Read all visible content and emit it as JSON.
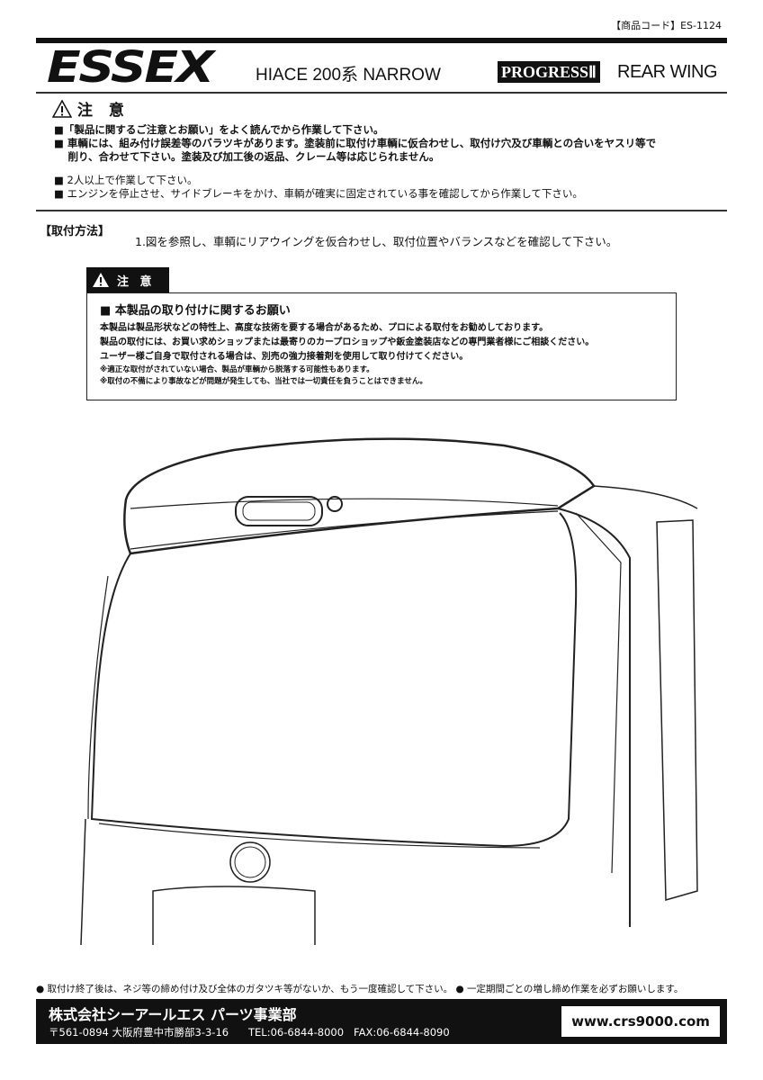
{
  "product_code": "【商品コード】ES-1124",
  "brand_logo": "ESSEX",
  "model": "HIACE 200系 NARROW",
  "series_badge": "PROGRESSⅡ",
  "product_name": "REAR WING",
  "caution": {
    "heading": "注 意",
    "lines": [
      "■「製品に関するご注意とお願い」をよく読んでから作業して下さい。",
      "■ 車輌には、組み付け誤差等のバラツキがあります。塗装前に取付け車輌に仮合わせし、取付け穴及び車輌との合いをヤスリ等で",
      "　 削り、合わせて下さい。塗装及び加工後の返品、クレーム等は応じられません。",
      "■ 2人以上で作業して下さい。",
      "■ エンジンを停止させ、サイドブレーキをかけ、車輌が確実に固定されている事を確認してから作業して下さい。"
    ]
  },
  "method": {
    "heading": "【取付方法】",
    "step1": "1.図を参照し、車輌にリアウイングを仮合わせし、取付位置やバランスなどを確認して下さい。"
  },
  "notice_box": {
    "tab": "注 意",
    "title": "■ 本製品の取り付けに関するお願い",
    "paragraphs": [
      "本製品は製品形状などの特性上、高度な技術を要する場合があるため、プロによる取付をお勧めしております。",
      "製品の取付には、お買い求めショップまたは最寄りのカープロショップや鈑金塗装店などの専門業者様にご相談ください。",
      "ユーザー様ご自身で取付される場合は、別売の強力接着剤を使用して取り付けてください。"
    ],
    "notes": [
      "※適正な取付がされていない場合、製品が車輌から脱落する可能性もあります。",
      "※取付の不備により事故などが問題が発生しても、当社では一切責任を負うことはできません。"
    ]
  },
  "footer": {
    "note": "● 取付け終了後は、ネジ等の締め付け及び全体のガタツキ等がないか、もう一度確認して下さい。 ● 一定期間ごとの増し締め作業を必ずお願いします。",
    "company": "株式会社シーアールエス パーツ事業部",
    "address": "〒561-0894 大阪府豊中市勝部3-3-16      TEL:06-6844-8000   FAX:06-6844-8090",
    "url": "www.crs9000.com"
  }
}
